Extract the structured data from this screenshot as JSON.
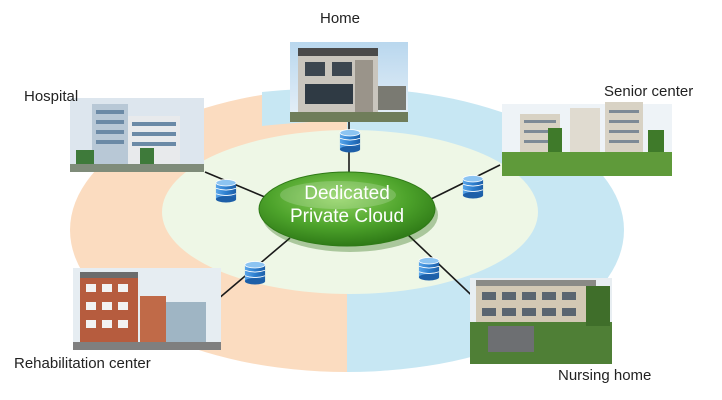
{
  "center": {
    "line1": "Dedicated",
    "line2": "Private Cloud"
  },
  "nodes": [
    {
      "id": "home",
      "label": "Home"
    },
    {
      "id": "hospital",
      "label": "Hospital"
    },
    {
      "id": "senior-center",
      "label": "Senior center"
    },
    {
      "id": "rehabilitation-center",
      "label": "Rehabilitation center"
    },
    {
      "id": "nursing-home",
      "label": "Nursing home"
    }
  ],
  "colors": {
    "ring_left": "#fbdcc0",
    "ring_right": "#c7e7f3",
    "inner_ellipse": "#eef7e6",
    "center_green": "#4da32b",
    "center_green_dark": "#2f7a17",
    "database_blue": "#3b8bd6",
    "connector": "#1a1a1a"
  },
  "icons": [
    "database-icon",
    "building-icon"
  ]
}
